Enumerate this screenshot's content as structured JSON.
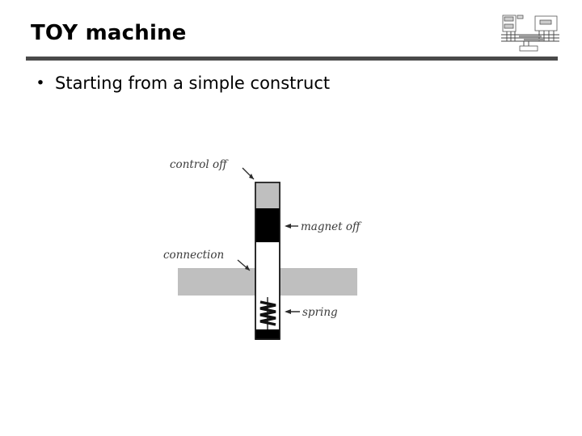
{
  "slide": {
    "title": "TOY machine",
    "rule_color": "#4a4a4a",
    "background": "#ffffff"
  },
  "corner_logo": {
    "name": "computer-architecture-block-diagram",
    "description": "small block diagram with CPU, memory and bus lines"
  },
  "body": {
    "bullets": [
      {
        "marker": "•",
        "text": "Starting from a simple construct"
      }
    ]
  },
  "figure": {
    "name": "relay-toy-machine-diagram",
    "labels": {
      "control_off": "control off",
      "magnet_off": "magnet off",
      "connection": "connection",
      "spring": "spring"
    },
    "arrows": {
      "magnet_arrow": "←",
      "spring_arrow": "←"
    },
    "colors": {
      "grey": "#bfbfbf",
      "black": "#000000",
      "white": "#ffffff",
      "outline": "#1a1a1a",
      "label": "#3b3b3b"
    },
    "parts": [
      {
        "name": "control-segment",
        "fill": "#bfbfbf"
      },
      {
        "name": "magnet-segment",
        "fill": "#000000"
      },
      {
        "name": "connection-segment",
        "fill": "#ffffff"
      },
      {
        "name": "horizontal-bar",
        "fill": "#bfbfbf"
      },
      {
        "name": "spring-segment",
        "fill": "#ffffff"
      },
      {
        "name": "base-segment",
        "fill": "#000000"
      }
    ]
  }
}
